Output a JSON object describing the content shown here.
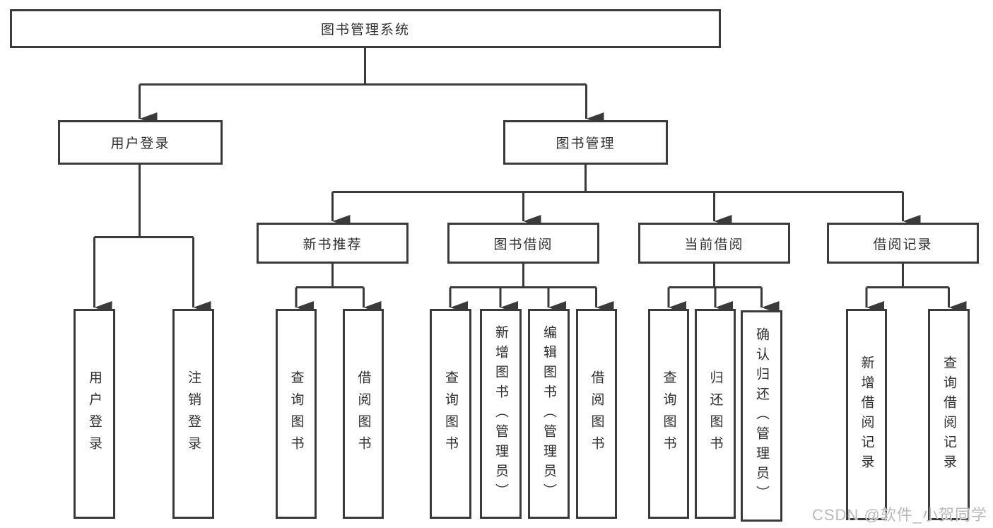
{
  "tree": {
    "root": {
      "label": "图书管理系统",
      "children": [
        {
          "label": "用户登录",
          "children": [
            {
              "label": "用户登录"
            },
            {
              "label": "注销登录"
            }
          ]
        },
        {
          "label": "图书管理",
          "children": [
            {
              "label": "新书推荐",
              "children": [
                {
                  "label": "查询图书"
                },
                {
                  "label": "借阅图书"
                }
              ]
            },
            {
              "label": "图书借阅",
              "children": [
                {
                  "label": "查询图书"
                },
                {
                  "label": "新增图书（管理员）"
                },
                {
                  "label": "编辑图书（管理员）"
                },
                {
                  "label": "借阅图书"
                }
              ]
            },
            {
              "label": "当前借阅",
              "children": [
                {
                  "label": "查询图书"
                },
                {
                  "label": "归还图书"
                },
                {
                  "label": "确认归还（管理员）"
                }
              ]
            },
            {
              "label": "借阅记录",
              "children": [
                {
                  "label": "新增借阅记录"
                },
                {
                  "label": "查询借阅记录"
                }
              ]
            }
          ]
        }
      ]
    }
  },
  "watermark": {
    "text": "CSDN @软件_小贺同学"
  },
  "colors": {
    "line": "#3a3a3a",
    "text": "#2e2e2e",
    "box_background": "#ffffff",
    "watermark": "#b9b9b9",
    "background": "#ffffff"
  }
}
